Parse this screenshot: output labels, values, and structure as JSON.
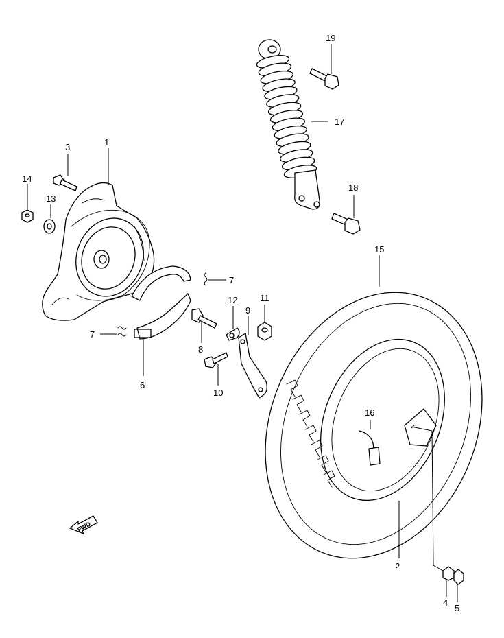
{
  "diagram": {
    "callouts": [
      {
        "id": "c1",
        "text": "1"
      },
      {
        "id": "c2",
        "text": "2"
      },
      {
        "id": "c3",
        "text": "3"
      },
      {
        "id": "c4",
        "text": "4"
      },
      {
        "id": "c5",
        "text": "5"
      },
      {
        "id": "c6",
        "text": "6"
      },
      {
        "id": "c7a",
        "text": "7"
      },
      {
        "id": "c7b",
        "text": "7"
      },
      {
        "id": "c8",
        "text": "8"
      },
      {
        "id": "c9",
        "text": "9"
      },
      {
        "id": "c10",
        "text": "10"
      },
      {
        "id": "c11",
        "text": "11"
      },
      {
        "id": "c12",
        "text": "12"
      },
      {
        "id": "c13",
        "text": "13"
      },
      {
        "id": "c14",
        "text": "14"
      },
      {
        "id": "c15",
        "text": "15"
      },
      {
        "id": "c16",
        "text": "16"
      },
      {
        "id": "c17",
        "text": "17"
      },
      {
        "id": "c18",
        "text": "18"
      },
      {
        "id": "c19",
        "text": "19"
      }
    ],
    "fwd_label": "FWD"
  }
}
